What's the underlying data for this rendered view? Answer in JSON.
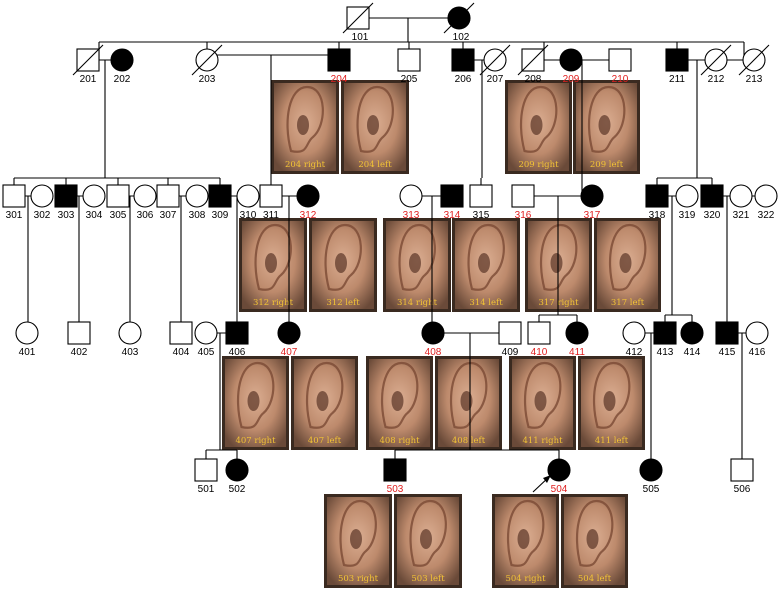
{
  "colors": {
    "affected": "#000000",
    "unaffected": "#ffffff",
    "proband_id": "#e02020",
    "normal_id": "#000000",
    "caption": "#f2c335",
    "photo_skin": "#c99478",
    "photo_dark": "#3a2a20"
  },
  "legend_meaning": {
    "square": "male",
    "circle": "female",
    "filled": "affected",
    "slash": "deceased",
    "red_id": "ear photo shown",
    "arrow": "proband"
  },
  "individuals": [
    {
      "id": "101",
      "sex": "M",
      "affected": false,
      "deceased": true,
      "photo": false
    },
    {
      "id": "102",
      "sex": "F",
      "affected": true,
      "deceased": true,
      "photo": false
    },
    {
      "id": "201",
      "sex": "M",
      "affected": false,
      "deceased": true,
      "photo": false
    },
    {
      "id": "202",
      "sex": "F",
      "affected": true,
      "deceased": false,
      "photo": false
    },
    {
      "id": "203",
      "sex": "F",
      "affected": false,
      "deceased": true,
      "photo": false
    },
    {
      "id": "204",
      "sex": "M",
      "affected": true,
      "deceased": false,
      "photo": true
    },
    {
      "id": "205",
      "sex": "M",
      "affected": false,
      "deceased": false,
      "photo": false
    },
    {
      "id": "206",
      "sex": "M",
      "affected": true,
      "deceased": false,
      "photo": false
    },
    {
      "id": "207",
      "sex": "F",
      "affected": false,
      "deceased": true,
      "photo": false
    },
    {
      "id": "208",
      "sex": "M",
      "affected": false,
      "deceased": true,
      "photo": false
    },
    {
      "id": "209",
      "sex": "F",
      "affected": true,
      "deceased": false,
      "photo": true
    },
    {
      "id": "210",
      "sex": "M",
      "affected": false,
      "deceased": false,
      "photo": true
    },
    {
      "id": "211",
      "sex": "M",
      "affected": true,
      "deceased": false,
      "photo": false
    },
    {
      "id": "212",
      "sex": "F",
      "affected": false,
      "deceased": true,
      "photo": false
    },
    {
      "id": "213",
      "sex": "F",
      "affected": false,
      "deceased": true,
      "photo": false
    },
    {
      "id": "301",
      "sex": "M",
      "affected": false,
      "deceased": false,
      "photo": false
    },
    {
      "id": "302",
      "sex": "F",
      "affected": false,
      "deceased": false,
      "photo": false
    },
    {
      "id": "303",
      "sex": "M",
      "affected": true,
      "deceased": false,
      "photo": false
    },
    {
      "id": "304",
      "sex": "F",
      "affected": false,
      "deceased": false,
      "photo": false
    },
    {
      "id": "305",
      "sex": "M",
      "affected": false,
      "deceased": false,
      "photo": false
    },
    {
      "id": "306",
      "sex": "F",
      "affected": false,
      "deceased": false,
      "photo": false
    },
    {
      "id": "307",
      "sex": "M",
      "affected": false,
      "deceased": false,
      "photo": false
    },
    {
      "id": "308",
      "sex": "F",
      "affected": false,
      "deceased": false,
      "photo": false
    },
    {
      "id": "309",
      "sex": "M",
      "affected": true,
      "deceased": false,
      "photo": false
    },
    {
      "id": "310",
      "sex": "F",
      "affected": false,
      "deceased": false,
      "photo": false
    },
    {
      "id": "311",
      "sex": "M",
      "affected": false,
      "deceased": false,
      "photo": false
    },
    {
      "id": "312",
      "sex": "F",
      "affected": true,
      "deceased": false,
      "photo": true
    },
    {
      "id": "313",
      "sex": "F",
      "affected": false,
      "deceased": false,
      "photo": true
    },
    {
      "id": "314",
      "sex": "M",
      "affected": true,
      "deceased": false,
      "photo": true
    },
    {
      "id": "315",
      "sex": "M",
      "affected": false,
      "deceased": false,
      "photo": false
    },
    {
      "id": "316",
      "sex": "M",
      "affected": false,
      "deceased": false,
      "photo": true
    },
    {
      "id": "317",
      "sex": "F",
      "affected": true,
      "deceased": false,
      "photo": true
    },
    {
      "id": "318",
      "sex": "M",
      "affected": true,
      "deceased": false,
      "photo": false
    },
    {
      "id": "319",
      "sex": "F",
      "affected": false,
      "deceased": false,
      "photo": false
    },
    {
      "id": "320",
      "sex": "M",
      "affected": true,
      "deceased": false,
      "photo": false
    },
    {
      "id": "321",
      "sex": "F",
      "affected": false,
      "deceased": false,
      "photo": false
    },
    {
      "id": "322",
      "sex": "F",
      "affected": false,
      "deceased": false,
      "photo": false
    },
    {
      "id": "401",
      "sex": "F",
      "affected": false,
      "deceased": false,
      "photo": false
    },
    {
      "id": "402",
      "sex": "M",
      "affected": false,
      "deceased": false,
      "photo": false
    },
    {
      "id": "403",
      "sex": "F",
      "affected": false,
      "deceased": false,
      "photo": false
    },
    {
      "id": "404",
      "sex": "M",
      "affected": false,
      "deceased": false,
      "photo": false
    },
    {
      "id": "405",
      "sex": "F",
      "affected": false,
      "deceased": false,
      "photo": false
    },
    {
      "id": "406",
      "sex": "M",
      "affected": true,
      "deceased": false,
      "photo": false
    },
    {
      "id": "407",
      "sex": "F",
      "affected": true,
      "deceased": false,
      "photo": true
    },
    {
      "id": "408",
      "sex": "F",
      "affected": true,
      "deceased": false,
      "photo": true
    },
    {
      "id": "409",
      "sex": "M",
      "affected": false,
      "deceased": false,
      "photo": false
    },
    {
      "id": "410",
      "sex": "M",
      "affected": false,
      "deceased": false,
      "photo": true
    },
    {
      "id": "411",
      "sex": "F",
      "affected": true,
      "deceased": false,
      "photo": true
    },
    {
      "id": "412",
      "sex": "F",
      "affected": false,
      "deceased": false,
      "photo": false
    },
    {
      "id": "413",
      "sex": "M",
      "affected": true,
      "deceased": false,
      "photo": false
    },
    {
      "id": "414",
      "sex": "F",
      "affected": true,
      "deceased": false,
      "photo": false
    },
    {
      "id": "415",
      "sex": "M",
      "affected": true,
      "deceased": false,
      "photo": false
    },
    {
      "id": "416",
      "sex": "F",
      "affected": false,
      "deceased": false,
      "photo": false
    },
    {
      "id": "501",
      "sex": "M",
      "affected": false,
      "deceased": false,
      "photo": false
    },
    {
      "id": "502",
      "sex": "F",
      "affected": true,
      "deceased": false,
      "photo": false
    },
    {
      "id": "503",
      "sex": "M",
      "affected": true,
      "deceased": false,
      "photo": true
    },
    {
      "id": "504",
      "sex": "F",
      "affected": true,
      "deceased": false,
      "photo": true,
      "proband": true
    },
    {
      "id": "505",
      "sex": "F",
      "affected": true,
      "deceased": false,
      "photo": false
    },
    {
      "id": "506",
      "sex": "M",
      "affected": false,
      "deceased": false,
      "photo": false
    }
  ],
  "photos": [
    {
      "right": "204 right",
      "left": "204 left"
    },
    {
      "right": "209 right",
      "left": "209 left"
    },
    {
      "right": "312 right",
      "left": "312 left"
    },
    {
      "right": "314 right",
      "left": "314 left"
    },
    {
      "right": "317 right",
      "left": "317 left"
    },
    {
      "right": "407 right",
      "left": "407 left"
    },
    {
      "right": "408 right",
      "left": "408 left"
    },
    {
      "right": "411 right",
      "left": "411 left"
    },
    {
      "right": "503 right",
      "left": "503 left"
    },
    {
      "right": "504 right",
      "left": "504 left"
    }
  ]
}
